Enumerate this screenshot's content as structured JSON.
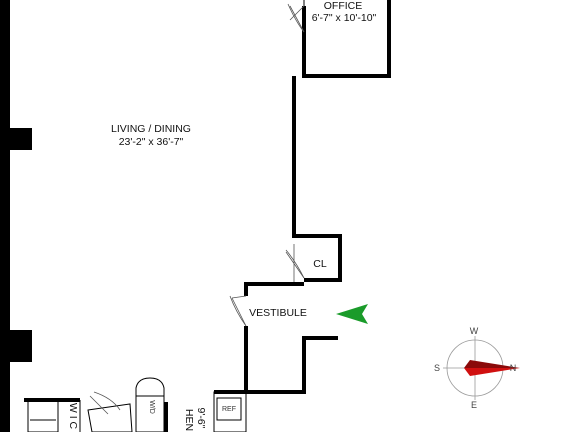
{
  "rooms": {
    "office": {
      "name": "OFFICE",
      "dims": "6'-7\" x 10'-10\""
    },
    "living_dining": {
      "name": "LIVING / DINING",
      "dims": "23'-2\" x 36'-7\""
    },
    "closet": {
      "name": "CL"
    },
    "vestibule": {
      "name": "VESTIBULE"
    },
    "wic": {
      "name": "W I C"
    },
    "kitchen": {
      "name_partial": "HEN",
      "dims_partial": "9'-6\""
    }
  },
  "fixtures": {
    "refrigerator": "REF",
    "washer_dryer": "W/D"
  },
  "compass": {
    "north": "W",
    "south": "E",
    "west": "S",
    "east": "N"
  },
  "colors": {
    "walls": "#000000",
    "entry_arrow": "#1a9b2a",
    "compass_needle": "#d01010"
  }
}
